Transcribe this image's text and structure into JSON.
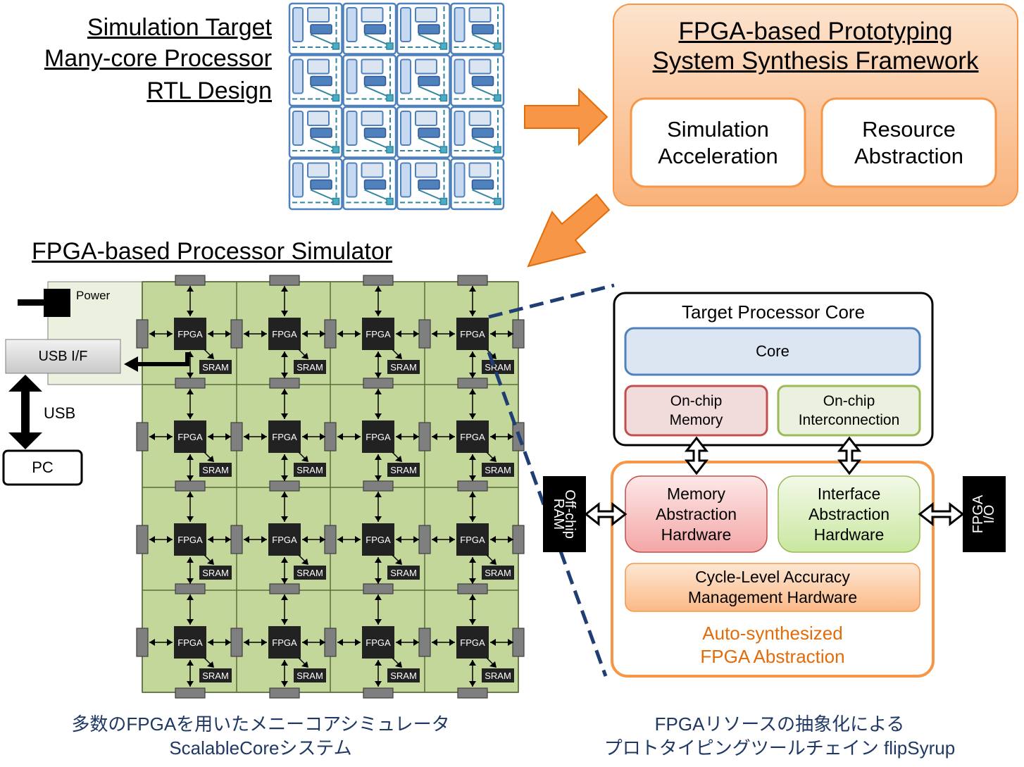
{
  "top_left_title": {
    "line1": "Simulation Target",
    "line2": "Many-core Processor",
    "line3": "RTL Design"
  },
  "framework": {
    "title_line1": "FPGA-based Prototyping",
    "title_line2": "System Synthesis Framework",
    "box1_line1": "Simulation",
    "box1_line2": "Acceleration",
    "box2_line1": "Resource",
    "box2_line2": "Abstraction"
  },
  "simulator": {
    "title": "FPGA-based Processor Simulator",
    "power_label": "Power",
    "usb_if_label": "USB I/F",
    "usb_label": "USB",
    "pc_label": "PC",
    "fpga_label": "FPGA",
    "sram_label": "SRAM",
    "caption_line1": "多数のFPGAを用いたメニーコアシミュレータ",
    "caption_line2": "ScalableCoreシステム"
  },
  "abstraction": {
    "target_core_title": "Target Processor Core",
    "core_label": "Core",
    "onchip_memory_line1": "On-chip",
    "onchip_memory_line2": "Memory",
    "onchip_interconnect_line1": "On-chip",
    "onchip_interconnect_line2": "Interconnection",
    "memory_hw_line1": "Memory",
    "memory_hw_line2": "Abstraction",
    "memory_hw_line3": "Hardware",
    "interface_hw_line1": "Interface",
    "interface_hw_line2": "Abstraction",
    "interface_hw_line3": "Hardware",
    "cycle_line1": "Cycle-Level Accuracy",
    "cycle_line2": "Management Hardware",
    "auto_line1": "Auto-synthesized",
    "auto_line2": "FPGA Abstraction",
    "offchip_ram_line1": "Off-chip",
    "offchip_ram_line2": "RAM",
    "fpga_io_line1": "FPGA",
    "fpga_io_line2": "I/O",
    "caption_line1": "FPGAリソースの抽象化による",
    "caption_line2": "プロトタイピングツールチェイン flipSyrup"
  },
  "colors": {
    "orange_accent": "#f79646",
    "orange_text": "#e36c09",
    "board_green": "#c4d79b",
    "chip_black": "#222222",
    "dashed_blue": "#1f3f74",
    "caption_blue": "#1f3864",
    "core_blue": "#dce6f2",
    "memory_red": "#f2dcdb",
    "interconnect_green": "#ebf1de"
  }
}
